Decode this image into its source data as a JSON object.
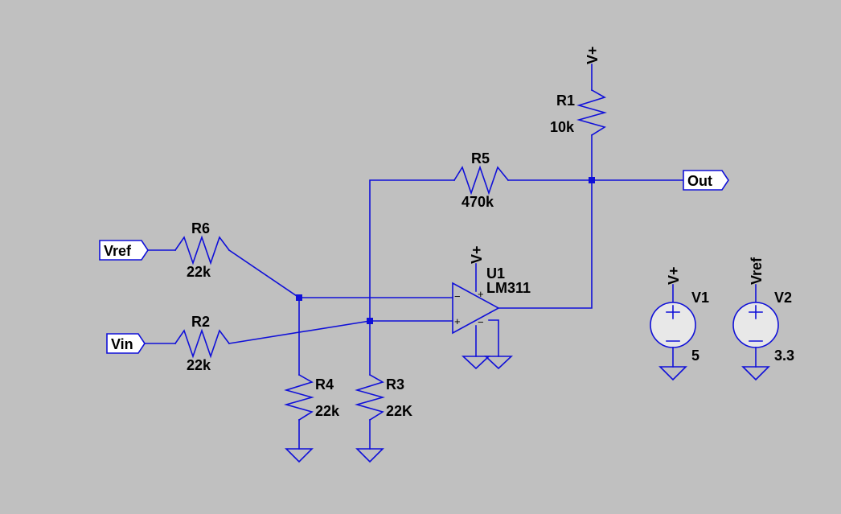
{
  "components": {
    "r1": {
      "ref": "R1",
      "value": "10k"
    },
    "r2": {
      "ref": "R2",
      "value": "22k"
    },
    "r3": {
      "ref": "R3",
      "value": "22K"
    },
    "r4": {
      "ref": "R4",
      "value": "22k"
    },
    "r5": {
      "ref": "R5",
      "value": "470k"
    },
    "r6": {
      "ref": "R6",
      "value": "22k"
    },
    "u1": {
      "ref": "U1",
      "value": "LM311"
    },
    "v1": {
      "ref": "V1",
      "value": "5"
    },
    "v2": {
      "ref": "V2",
      "value": "3.3"
    }
  },
  "net_labels": {
    "vref_port": "Vref",
    "vin_port": "Vin",
    "out_port": "Out",
    "r1_supply": "V+",
    "u1_supply": "V+",
    "v1_supply": "V+",
    "v2_supply": "Vref"
  },
  "pin_marks": {
    "plus": "+",
    "minus": "−"
  }
}
